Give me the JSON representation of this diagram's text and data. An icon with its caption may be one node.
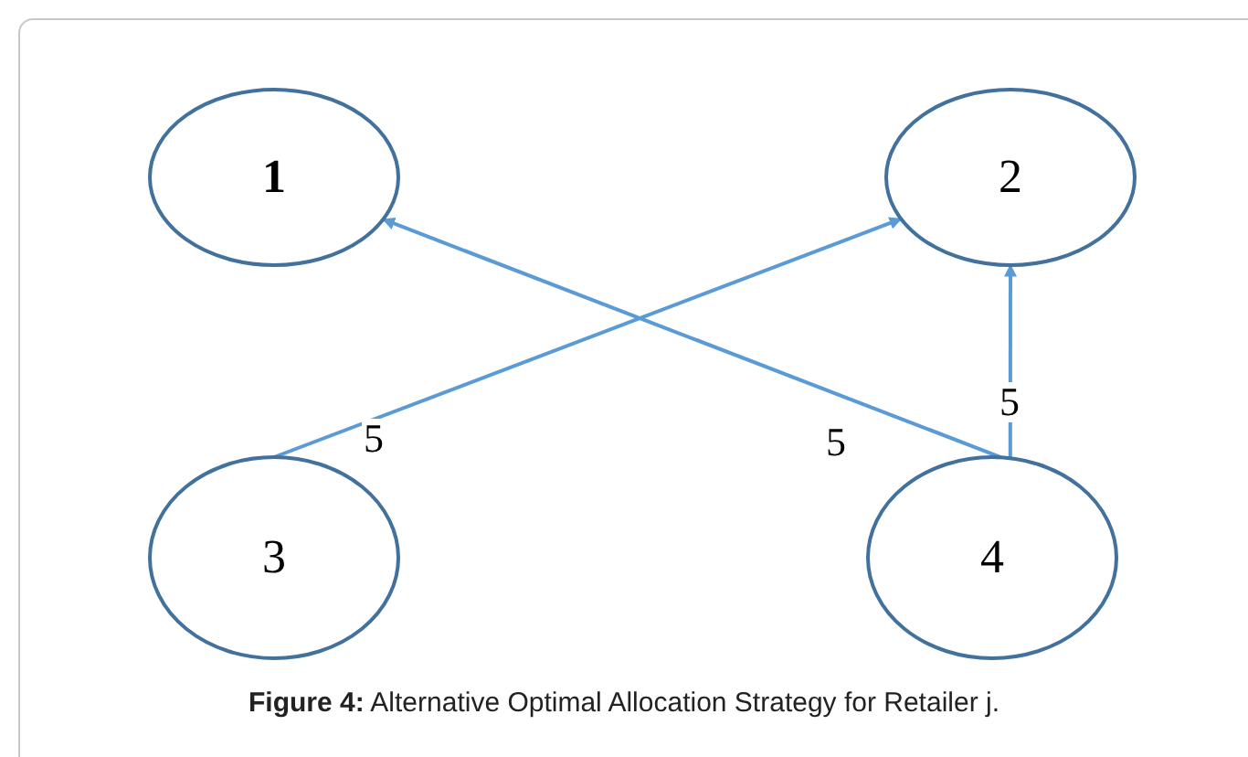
{
  "diagram": {
    "caption": "**Figure 4:** Alternative Optimal Allocation Strategy for Retailer j.",
    "nodes": [
      {
        "text": [
          "1"
        ]
      },
      {
        "text": [
          "2"
        ]
      },
      {
        "text": [
          "3"
        ]
      },
      {
        "text": [
          "4"
        ]
      }
    ],
    "edges": [
      {
        "from": 2,
        "to": 1,
        "arrow": "to",
        "label": "5"
      },
      {
        "from": 3,
        "to": 0,
        "arrow": "to",
        "label": "5"
      },
      {
        "from": 3,
        "to": 1,
        "arrow": "to",
        "label": "5"
      }
    ]
  }
}
